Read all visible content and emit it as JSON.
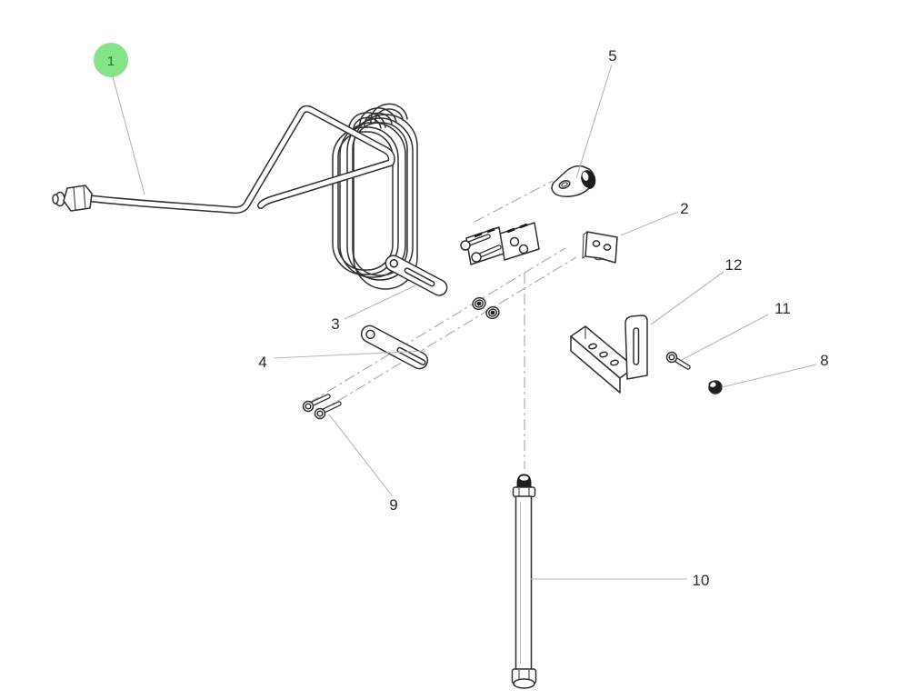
{
  "callouts": [
    {
      "num": "1",
      "highlighted": true
    },
    {
      "num": "2",
      "highlighted": false
    },
    {
      "num": "3",
      "highlighted": false
    },
    {
      "num": "4",
      "highlighted": false
    },
    {
      "num": "5",
      "highlighted": false
    },
    {
      "num": "8",
      "highlighted": false
    },
    {
      "num": "9",
      "highlighted": false
    },
    {
      "num": "10",
      "highlighted": false
    },
    {
      "num": "11",
      "highlighted": false
    },
    {
      "num": "12",
      "highlighted": false
    }
  ],
  "colors": {
    "background": "#ffffff",
    "line": "#2f2f2f",
    "leader": "#b8b8b8",
    "highlight_fill": "#85e487",
    "highlight_text": "#1d7a1d",
    "label_text": "#2c2c34"
  }
}
